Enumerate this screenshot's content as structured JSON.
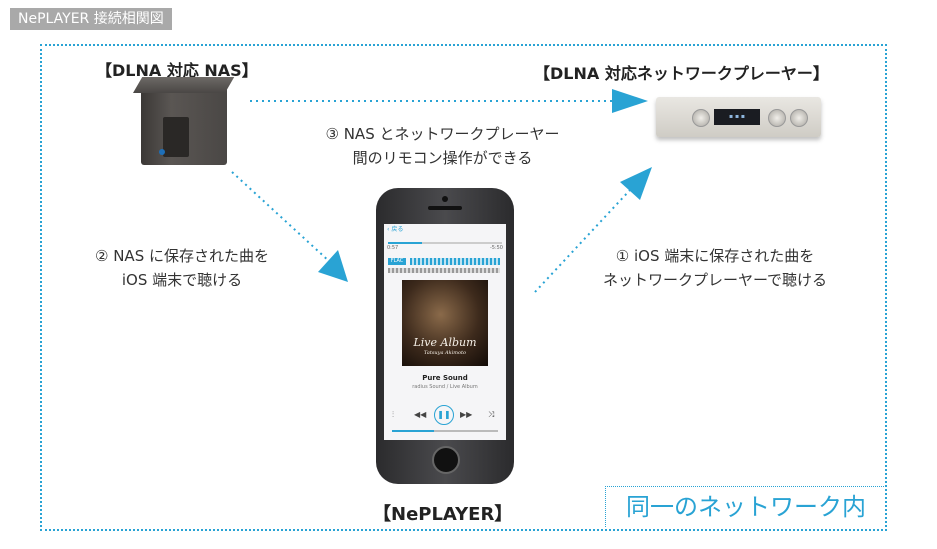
{
  "header": {
    "title": "NePLAYER 接続相関図"
  },
  "nodes": {
    "nas_label": "【DLNA 対応 NAS】",
    "player_label": "【DLNA 対応ネットワークプレーヤー】",
    "app_label": "【NePLAYER】"
  },
  "connections": {
    "nas_to_player": {
      "line1": "③ NAS とネットワークプレーヤー",
      "line2": "間のリモコン操作ができる"
    },
    "nas_to_ios": {
      "line1": "② NAS に保存された曲を",
      "line2": "iOS 端末で聴ける"
    },
    "ios_to_player": {
      "line1": "① iOS 端末に保存された曲を",
      "line2": "ネットワークプレーヤーで聴ける"
    }
  },
  "network_label": "同一のネットワーク内",
  "phone_screen": {
    "back": "戻る",
    "time_start": "0:57",
    "time_end": "-5:50",
    "format_badge": "FLAC",
    "album_title": "Live Album",
    "album_artist": "Tatsuya Akimoto",
    "track_title": "Pure Sound",
    "track_subtitle": "radius Sound / Live Album"
  },
  "colors": {
    "accent": "#29a3d4",
    "tag_bg": "#a9a9a9"
  }
}
